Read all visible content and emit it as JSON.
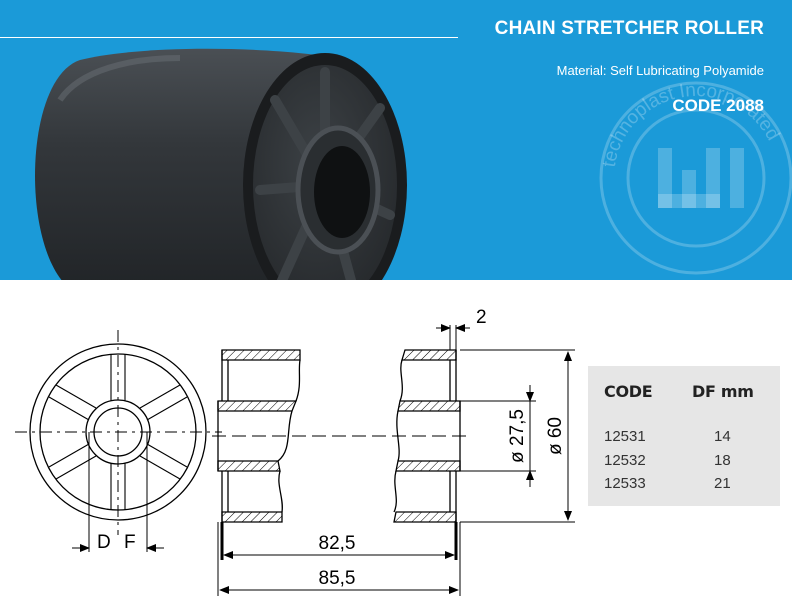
{
  "header": {
    "title": "CHAIN STRETCHER ROLLER",
    "material": "Material: Self Lubricating Polyamide",
    "code": "CODE 2088"
  },
  "watermark": {
    "text": "technoplast Incorporated"
  },
  "drawing": {
    "labels": {
      "d": "D",
      "f": "F",
      "gap": "2",
      "inner_dia": "ø 27,5",
      "outer_dia": "ø 60",
      "inner_length": "82,5",
      "total_length": "85,5"
    }
  },
  "spec_table": {
    "headers": [
      "CODE",
      "DF mm"
    ],
    "rows": [
      {
        "code": "12531",
        "df": "14"
      },
      {
        "code": "12532",
        "df": "18"
      },
      {
        "code": "12533",
        "df": "21"
      }
    ]
  },
  "colors": {
    "banner": "#1b9ad8",
    "roller": "#2b2f33",
    "table_bg": "#e6e6e6"
  }
}
